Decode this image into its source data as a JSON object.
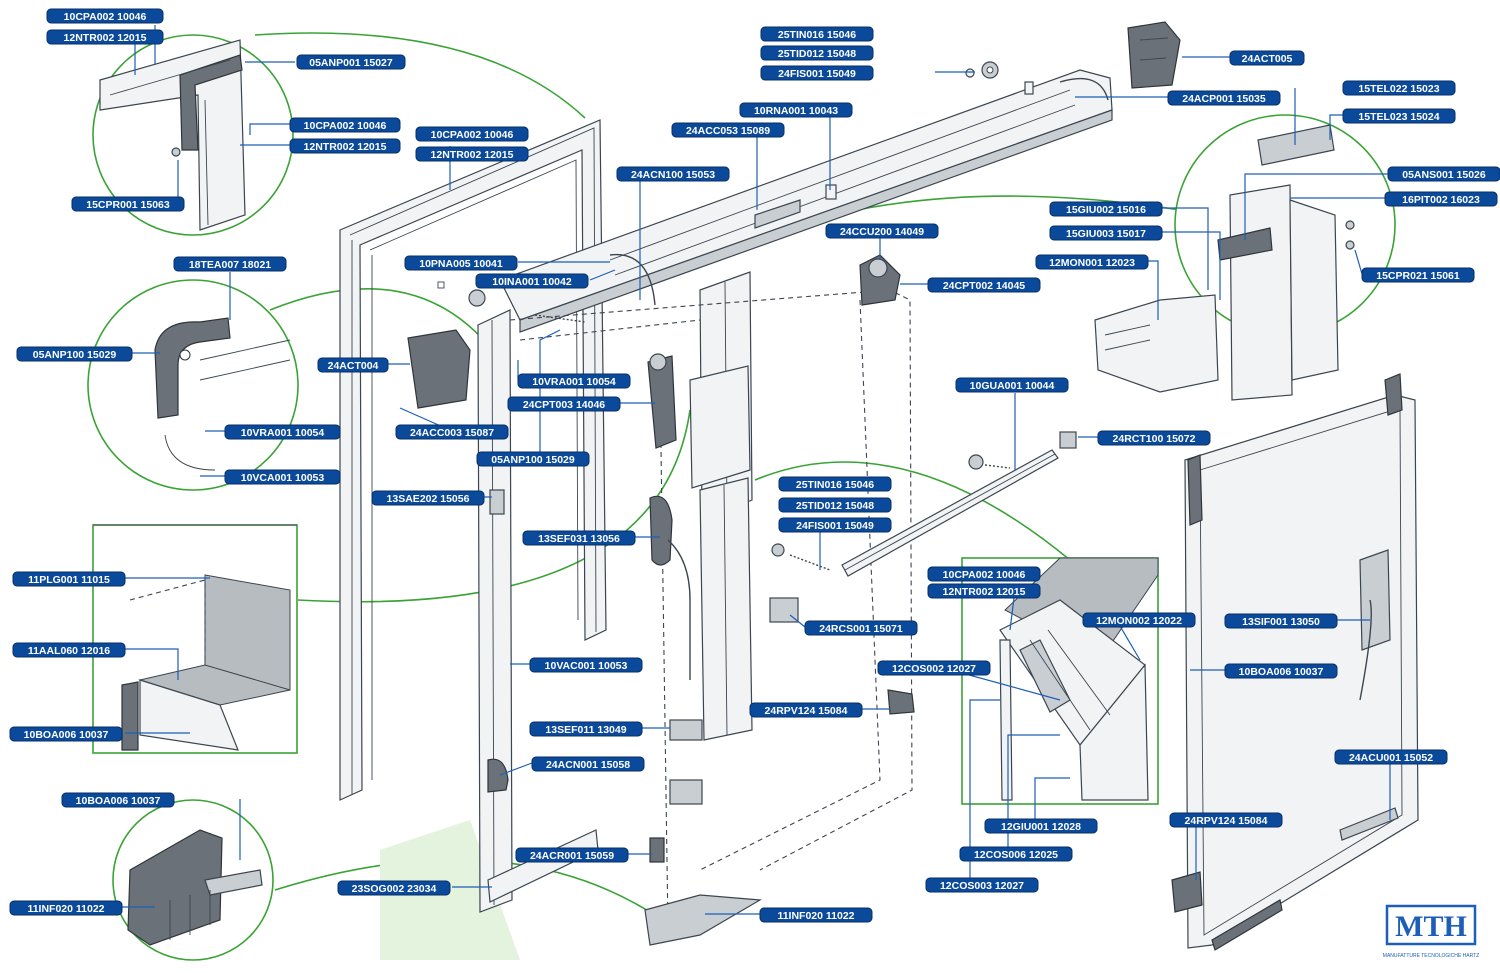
{
  "colors": {
    "label_bg": "#0b4a9a",
    "label_text": "#ffffff",
    "leader": "#1d5fb8",
    "detail_outline": "#3aa335",
    "drawing": "#3c4650"
  },
  "logo": {
    "text": "MTH",
    "tagline": "MANUFATTURE TECNOLOGICHE HARTZ"
  },
  "labels": [
    {
      "id": "l01",
      "text": "10CPA002 10046"
    },
    {
      "id": "l02",
      "text": "12NTR002 12015"
    },
    {
      "id": "l03",
      "text": "05ANP001 15027"
    },
    {
      "id": "l04",
      "text": "10CPA002 10046"
    },
    {
      "id": "l05",
      "text": "12NTR002 12015"
    },
    {
      "id": "l06",
      "text": "15CPR001 15063"
    },
    {
      "id": "l07",
      "text": "10CPA002 10046"
    },
    {
      "id": "l08",
      "text": "12NTR002 12015"
    },
    {
      "id": "l09",
      "text": "25TIN016 15046"
    },
    {
      "id": "l10",
      "text": "25TID012 15048"
    },
    {
      "id": "l11",
      "text": "24FIS001 15049"
    },
    {
      "id": "l12",
      "text": "24ACT005"
    },
    {
      "id": "l13",
      "text": "24ACP001 15035"
    },
    {
      "id": "l14",
      "text": "10RNA001 10043"
    },
    {
      "id": "l15",
      "text": "24ACC053 15089"
    },
    {
      "id": "l16",
      "text": "24ACN100 15053"
    },
    {
      "id": "l17",
      "text": "15TEL022 15023"
    },
    {
      "id": "l18",
      "text": "15TEL023 15024"
    },
    {
      "id": "l19",
      "text": "05ANS001 15026"
    },
    {
      "id": "l20",
      "text": "16PIT002 16023"
    },
    {
      "id": "l21",
      "text": "15GIU002 15016"
    },
    {
      "id": "l22",
      "text": "15GIU003 15017"
    },
    {
      "id": "l23",
      "text": "12MON001 12023"
    },
    {
      "id": "l24",
      "text": "15CPR021 15061"
    },
    {
      "id": "l25",
      "text": "24CCU200 14049"
    },
    {
      "id": "l26",
      "text": "24CPT002 14045"
    },
    {
      "id": "l27",
      "text": "18TEA007 18021"
    },
    {
      "id": "l28",
      "text": "05ANP100 15029"
    },
    {
      "id": "l29",
      "text": "10PNA005 10041"
    },
    {
      "id": "l30",
      "text": "10INA001 10042"
    },
    {
      "id": "l31",
      "text": "24ACT004"
    },
    {
      "id": "l32",
      "text": "10VRA001 10054"
    },
    {
      "id": "l33",
      "text": "24CPT003 14046"
    },
    {
      "id": "l34",
      "text": "24ACC003 15087"
    },
    {
      "id": "l35",
      "text": "05ANP100 15029"
    },
    {
      "id": "l36",
      "text": "10VRA001 10054"
    },
    {
      "id": "l37",
      "text": "10VCA001 10053"
    },
    {
      "id": "l38",
      "text": "10GUA001 10044"
    },
    {
      "id": "l39",
      "text": "24RCT100 15072"
    },
    {
      "id": "l40",
      "text": "13SAE202 15056"
    },
    {
      "id": "l41",
      "text": "13SEF031 13056"
    },
    {
      "id": "l42",
      "text": "25TIN016 15046"
    },
    {
      "id": "l43",
      "text": "25TID012 15048"
    },
    {
      "id": "l44",
      "text": "24FIS001 15049"
    },
    {
      "id": "l45",
      "text": "11PLG001 11015"
    },
    {
      "id": "l46",
      "text": "10CPA002 10046"
    },
    {
      "id": "l47",
      "text": "12NTR002 12015"
    },
    {
      "id": "l48",
      "text": "24RCS001 15071"
    },
    {
      "id": "l49",
      "text": "12MON002 12022"
    },
    {
      "id": "l50",
      "text": "13SIF001 13050"
    },
    {
      "id": "l51",
      "text": "11AAL060 12016"
    },
    {
      "id": "l52",
      "text": "10VAC001 10053"
    },
    {
      "id": "l53",
      "text": "12COS002 12027"
    },
    {
      "id": "l54",
      "text": "10BOA006 10037"
    },
    {
      "id": "l55",
      "text": "24RPV124 15084"
    },
    {
      "id": "l56",
      "text": "13SEF011 13049"
    },
    {
      "id": "l57",
      "text": "10BOA006 10037"
    },
    {
      "id": "l58",
      "text": "24ACN001 15058"
    },
    {
      "id": "l59",
      "text": "24ACU001 15052"
    },
    {
      "id": "l60",
      "text": "10BOA006 10037"
    },
    {
      "id": "l61",
      "text": "24RPV124 15084"
    },
    {
      "id": "l62",
      "text": "12GIU001 12028"
    },
    {
      "id": "l63",
      "text": "24ACR001 15059"
    },
    {
      "id": "l64",
      "text": "12COS006 12025"
    },
    {
      "id": "l65",
      "text": "11INF020 11022"
    },
    {
      "id": "l66",
      "text": "23SOG002 23034"
    },
    {
      "id": "l67",
      "text": "12COS003 12027"
    },
    {
      "id": "l68",
      "text": "11INF020 11022"
    }
  ]
}
